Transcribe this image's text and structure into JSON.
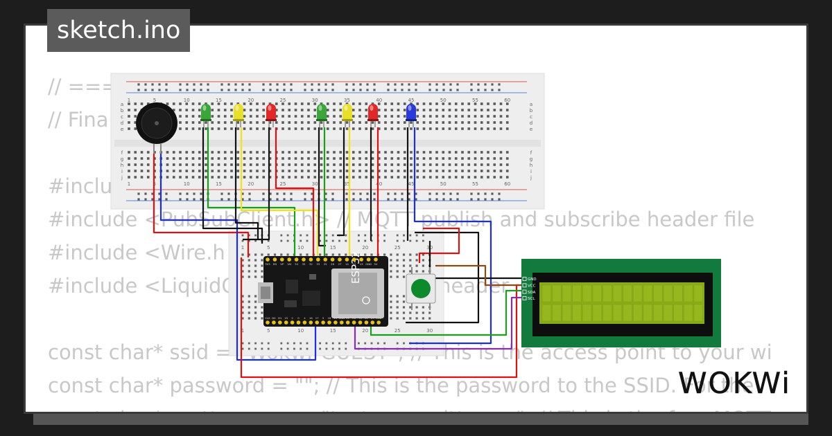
{
  "title": "sketch.ino",
  "code_lines": [
    "// ===",
    "// Fina",
    "",
    "#inclu",
    "#include <PubSubClient.h> // MQTT publish and subscribe header file",
    "#include <Wire.h",
    "#include <LiquidC                           cd header",
    "",
    "const char* ssid = \"Wokwi-GUEST\"; // This is the access point to your wi",
    "const char* password = \"\"; // This is the password to the SSID. For the",
    "const char* mqtt_server = \"test.mosquitto.org\"; // This is the free MQTT"
  ],
  "breadboard_top": {
    "column_numbers": [
      "1",
      "5",
      "10",
      "15",
      "20",
      "25",
      "30",
      "35",
      "40",
      "45",
      "50",
      "55",
      "60"
    ],
    "row_letters_top": [
      "a",
      "b",
      "c",
      "d",
      "e"
    ],
    "row_letters_bottom": [
      "f",
      "g",
      "h",
      "i",
      "j"
    ]
  },
  "breadboard_bottom": {
    "column_numbers": [
      "1",
      "5",
      "10",
      "15",
      "20",
      "25",
      "30"
    ]
  },
  "leds": [
    {
      "color": "#3aa63a",
      "dark": "#1f6e1f"
    },
    {
      "color": "#e8df2a",
      "dark": "#a59d10"
    },
    {
      "color": "#e02828",
      "dark": "#8e1212"
    },
    {
      "color": "#3aa63a",
      "dark": "#1f6e1f"
    },
    {
      "color": "#e8df2a",
      "dark": "#a59d10"
    },
    {
      "color": "#e02828",
      "dark": "#8e1212"
    },
    {
      "color": "#2a3ad8",
      "dark": "#121e8e"
    }
  ],
  "esp32": {
    "chip_label": "ESP32",
    "top_pins": [
      "3V3",
      "EN",
      "VP",
      "VN",
      "34",
      "35",
      "32",
      "33",
      "25",
      "26",
      "27",
      "14",
      "12",
      "13",
      "GND",
      "5V"
    ],
    "bottom_pins": [
      "CLK",
      "D0",
      "D1",
      "15",
      "2",
      "0",
      "4",
      "16",
      "17",
      "5",
      "18",
      "19",
      "GND",
      "21",
      "RX",
      "TX",
      "22",
      "23",
      "GND"
    ]
  },
  "lcd": {
    "pins": [
      "GND",
      "VCC",
      "SDA",
      "SCL"
    ]
  },
  "wire_colors": {
    "black": "#111111",
    "red": "#e01010",
    "green": "#18a018",
    "yellow": "#f2e21a",
    "blue": "#1a2ee0",
    "brown": "#8b4a14",
    "purple": "#8a2bb8"
  },
  "logo_text": "WOKWi"
}
